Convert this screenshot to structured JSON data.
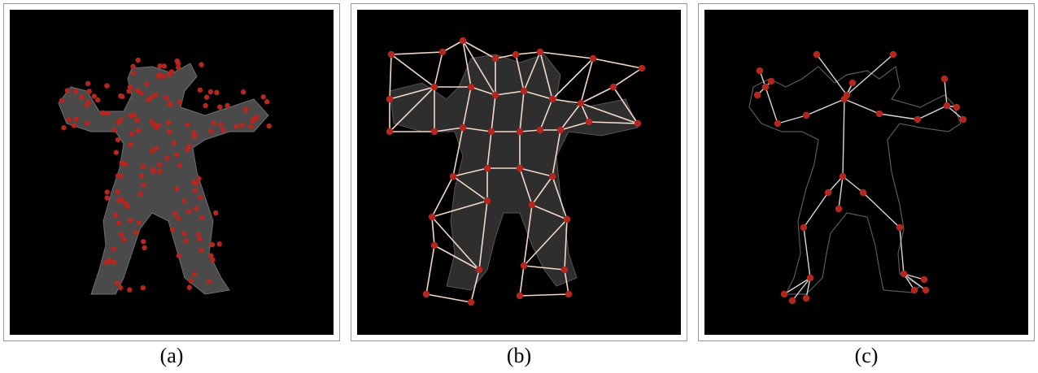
{
  "figure": {
    "panels": [
      {
        "caption": "(a)"
      },
      {
        "caption": "(b)"
      },
      {
        "caption": "(c)"
      }
    ]
  },
  "colors": {
    "node": "#b5261e",
    "edge_b": "#f3d9c8",
    "edge_c": "#d7d7d7",
    "mesh": "#4a4a4a",
    "background": "#000000"
  }
}
